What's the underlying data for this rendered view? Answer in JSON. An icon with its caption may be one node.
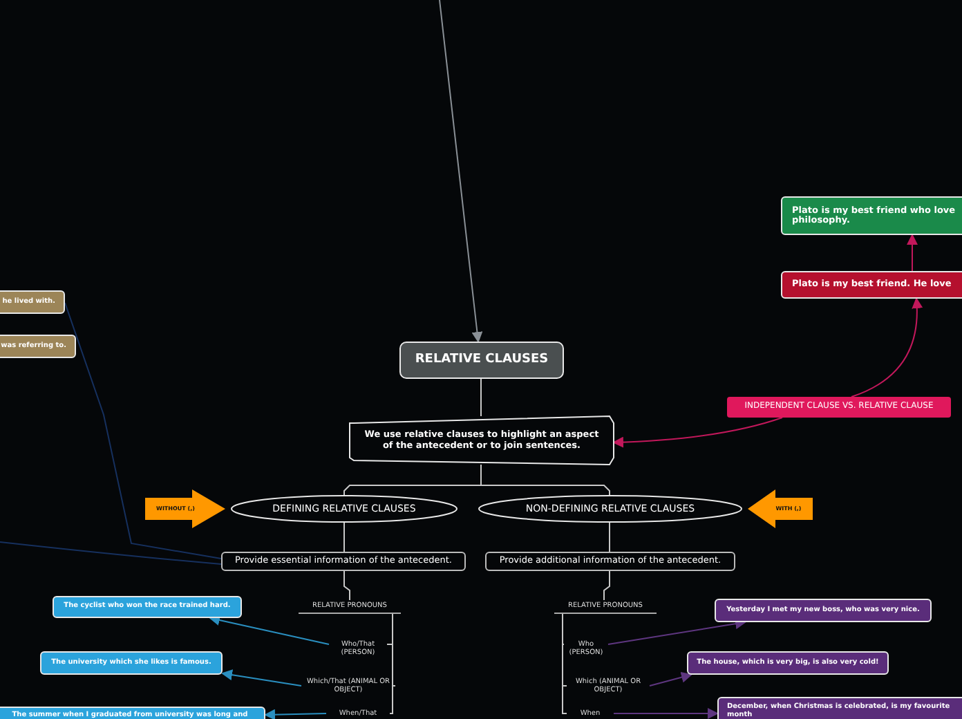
{
  "diagram": {
    "nodes": [
      {
        "text": [
          "RELATIVE CLAUSES"
        ]
      },
      {
        "text": [
          "We use relative clauses to highlight an aspect of the antecedent or to join sentences."
        ]
      },
      {
        "text": [
          "DEFINING RELATIVE CLAUSES"
        ]
      },
      {
        "text": [
          "NON-DEFINING RELATIVE CLAUSES"
        ]
      },
      {
        "text": [
          "WITHOUT (,)"
        ]
      },
      {
        "text": [
          "WITH (,)"
        ]
      },
      {
        "text": [
          "Provide essential information of the antecedent."
        ]
      },
      {
        "text": [
          "Provide additional information of the antecedent."
        ]
      },
      {
        "text": [
          "RELATIVE PRONOUNS"
        ]
      },
      {
        "text": [
          "RELATIVE PRONOUNS"
        ]
      },
      {
        "text": [
          "Who/That (PERSON)"
        ]
      },
      {
        "text": [
          "Which/That (ANIMAL OR OBJECT)"
        ]
      },
      {
        "text": [
          "When/That"
        ]
      },
      {
        "text": [
          "Who (PERSON)"
        ]
      },
      {
        "text": [
          "Which (ANIMAL OR OBJECT)"
        ]
      },
      {
        "text": [
          "When"
        ]
      },
      {
        "text": [
          "The cyclist who won the race trained hard."
        ]
      },
      {
        "text": [
          "The university which she likes is famous."
        ]
      },
      {
        "text": [
          "The summer when I graduated from university was long and"
        ]
      },
      {
        "text": [
          "Yesterday I met my new boss, who was very nice."
        ]
      },
      {
        "text": [
          "The house, which is very big, is also very cold!"
        ]
      },
      {
        "text": [
          "December, when Christmas is celebrated, is my favourite month"
        ]
      },
      {
        "text": [
          "INDEPENDENT CLAUSE VS. RELATIVE CLAUSE"
        ]
      },
      {
        "text": [
          "Plato is my best friend. He love"
        ]
      },
      {
        "text": [
          "Plato is my best friend who love philosophy."
        ]
      },
      {
        "text": [
          "he lived with."
        ]
      },
      {
        "text": [
          "was referring to."
        ]
      }
    ],
    "edges": [
      {
        "from": null,
        "to": 0,
        "arrow": "to",
        "color": "#8a9096"
      },
      {
        "from": 0,
        "to": 1,
        "arrow": "none"
      },
      {
        "from": 1,
        "to": 2,
        "arrow": "none"
      },
      {
        "from": 1,
        "to": 3,
        "arrow": "none"
      },
      {
        "from": 2,
        "to": 6,
        "arrow": "none"
      },
      {
        "from": 3,
        "to": 7,
        "arrow": "none"
      },
      {
        "from": 6,
        "to": 8,
        "arrow": "none"
      },
      {
        "from": 7,
        "to": 9,
        "arrow": "none"
      },
      {
        "from": 8,
        "to": 10,
        "arrow": "none"
      },
      {
        "from": 8,
        "to": 11,
        "arrow": "none"
      },
      {
        "from": 8,
        "to": 12,
        "arrow": "none"
      },
      {
        "from": 9,
        "to": 13,
        "arrow": "none"
      },
      {
        "from": 9,
        "to": 14,
        "arrow": "none"
      },
      {
        "from": 9,
        "to": 15,
        "arrow": "none"
      },
      {
        "from": 10,
        "to": 16,
        "arrow": "to",
        "color": "#2a8fc0"
      },
      {
        "from": 11,
        "to": 17,
        "arrow": "to",
        "color": "#2a8fc0"
      },
      {
        "from": 12,
        "to": 18,
        "arrow": "to",
        "color": "#2a8fc0"
      },
      {
        "from": 13,
        "to": 19,
        "arrow": "to",
        "color": "#5e3680"
      },
      {
        "from": 14,
        "to": 20,
        "arrow": "to",
        "color": "#5e3680"
      },
      {
        "from": 15,
        "to": 21,
        "arrow": "to",
        "color": "#5e3680"
      },
      {
        "from": 22,
        "to": 1,
        "arrow": "to",
        "color": "#c2185b"
      },
      {
        "from": 22,
        "to": 23,
        "arrow": "to",
        "color": "#c2185b"
      },
      {
        "from": 23,
        "to": 24,
        "arrow": "to",
        "color": "#c2185b"
      },
      {
        "from": 6,
        "to": 25,
        "arrow": "none",
        "color": "#16305e"
      },
      {
        "from": 6,
        "to": null,
        "arrow": "none",
        "color": "#16305e"
      }
    ]
  }
}
